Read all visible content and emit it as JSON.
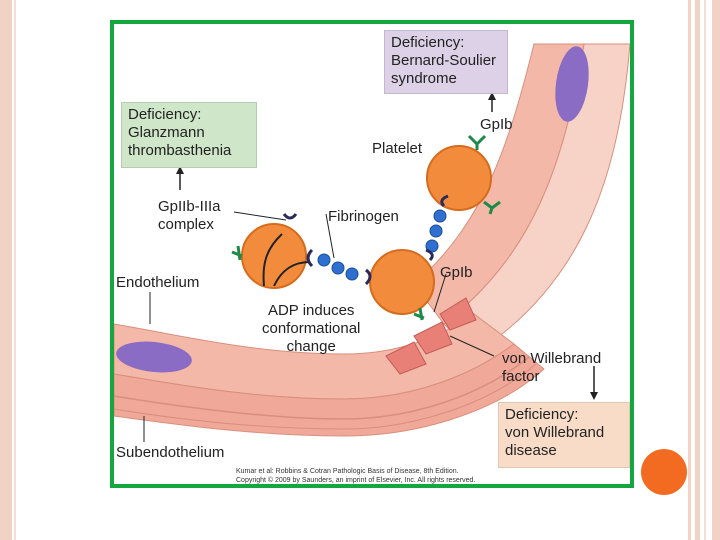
{
  "colors": {
    "frame_border": "#14a63f",
    "platelet": "#f28c3c",
    "fibrinogen_bead": "#2f6fd0",
    "vessel_wall": "#f3b8a8",
    "nucleus": "#8b6cc4",
    "accent_dot": "#f26b21"
  },
  "boxes": {
    "glanzmann": "Deficiency:\nGlanzmann\nthrombasthenia",
    "bernard_soulier": "Deficiency:\nBernard-Soulier\nsyndrome",
    "von_willebrand": "Deficiency:\nvon Willebrand\ndisease"
  },
  "labels": {
    "gpiib_iiia": "GpIIb-IIIa\ncomplex",
    "platelet": "Platelet",
    "gpib_top": "GpIb",
    "gpib_mid": "GpIb",
    "fibrinogen": "Fibrinogen",
    "endothelium": "Endothelium",
    "adp": "ADP induces\nconformational\nchange",
    "vwf": "von Willebrand\nfactor",
    "subendothelium": "Subendothelium"
  },
  "credit": "Kumar et al: Robbins & Cotran Pathologic Basis of Disease, 8th Edition.\nCopyright © 2009 by Saunders, an imprint of Elsevier, Inc. All rights reserved."
}
